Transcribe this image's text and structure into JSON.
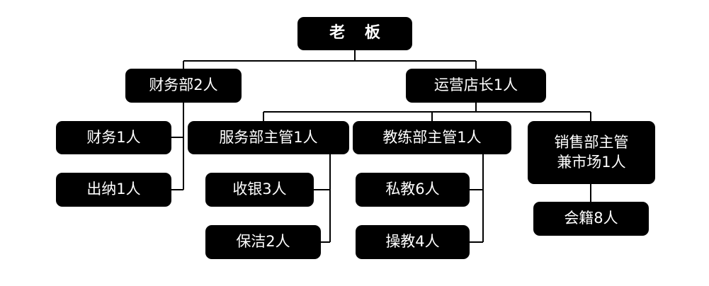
{
  "org_chart": {
    "boss": "老 板",
    "finance_dept": "财务部2人",
    "finance": "财务1人",
    "cashier": "出纳1人",
    "ops_manager": "运营店长1人",
    "service_supervisor": "服务部主管1人",
    "cashier_staff": "收银3人",
    "cleaning_staff": "保洁2人",
    "coach_supervisor": "教练部主管1人",
    "personal_trainer": "私教6人",
    "group_trainer": "操教4人",
    "sales_supervisor_line1": "销售部主管",
    "sales_supervisor_line2": "兼市场1人",
    "membership_sales": "会籍8人"
  },
  "colors": {
    "node_bg": "#000000",
    "node_text": "#ffffff",
    "line": "#000000"
  }
}
